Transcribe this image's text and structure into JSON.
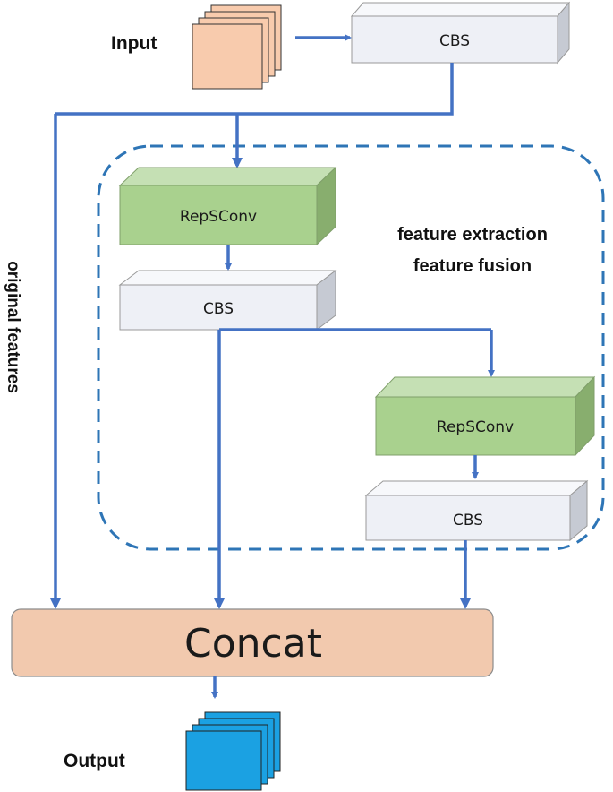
{
  "labels": {
    "input": "Input",
    "output": "Output",
    "original_features": "original features",
    "feature_extraction": "feature extraction",
    "feature_fusion": "feature fusion",
    "concat": "Concat"
  },
  "blocks": {
    "cbs_top": "CBS",
    "repsconv_1": "RepSConv",
    "cbs_mid": "CBS",
    "repsconv_2": "RepSConv",
    "cbs_bottom": "CBS"
  },
  "colors": {
    "arrow": "#4472C4",
    "dashed_border": "#2E75B6",
    "input_stack": "#F8CBAD",
    "output_stack": "#1BA1E2",
    "concat_fill": "#F2C9AE",
    "repsconv_front": "#A9D18E",
    "cbs_front": "#EEF0F6"
  }
}
